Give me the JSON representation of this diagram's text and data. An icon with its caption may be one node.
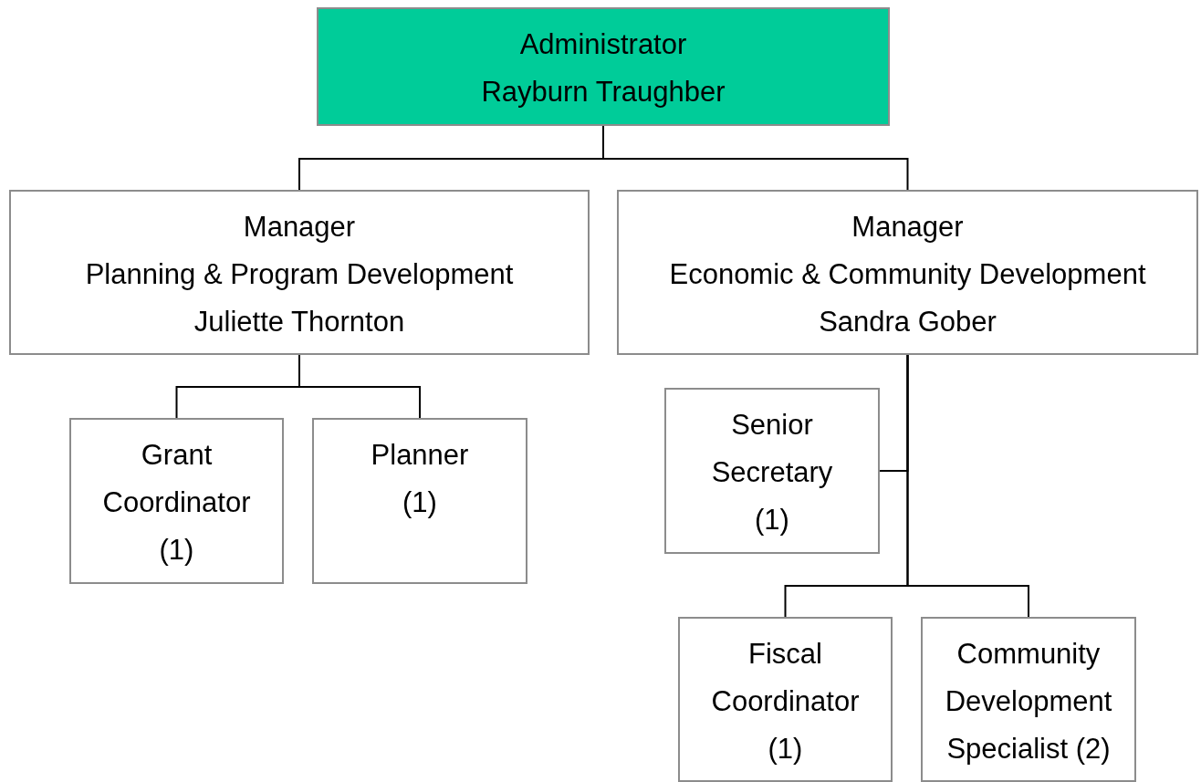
{
  "diagram": {
    "nodes": [
      {
        "text": [
          "Administrator",
          "Rayburn Traughber"
        ]
      },
      {
        "text": [
          "Manager",
          "Planning & Program Development",
          "Juliette Thornton"
        ]
      },
      {
        "text": [
          "Manager",
          "Economic & Community Development",
          "Sandra Gober"
        ]
      },
      {
        "text": [
          "Grant Coordinator",
          "(1)"
        ]
      },
      {
        "text": [
          "Planner",
          "(1)"
        ]
      },
      {
        "text": [
          "Senior Secretary",
          "(1)"
        ]
      },
      {
        "text": [
          "Fiscal Coordinator",
          "(1)"
        ]
      },
      {
        "text": [
          "Community Development Specialist (2)"
        ]
      }
    ],
    "edges": [
      {
        "from": 0,
        "to": 1,
        "arrow": "none"
      },
      {
        "from": 0,
        "to": 2,
        "arrow": "none"
      },
      {
        "from": 1,
        "to": 3,
        "arrow": "none"
      },
      {
        "from": 1,
        "to": 4,
        "arrow": "none"
      },
      {
        "from": 2,
        "to": 5,
        "arrow": "none"
      },
      {
        "from": 2,
        "to": 6,
        "arrow": "none"
      },
      {
        "from": 2,
        "to": 7,
        "arrow": "none"
      }
    ]
  }
}
